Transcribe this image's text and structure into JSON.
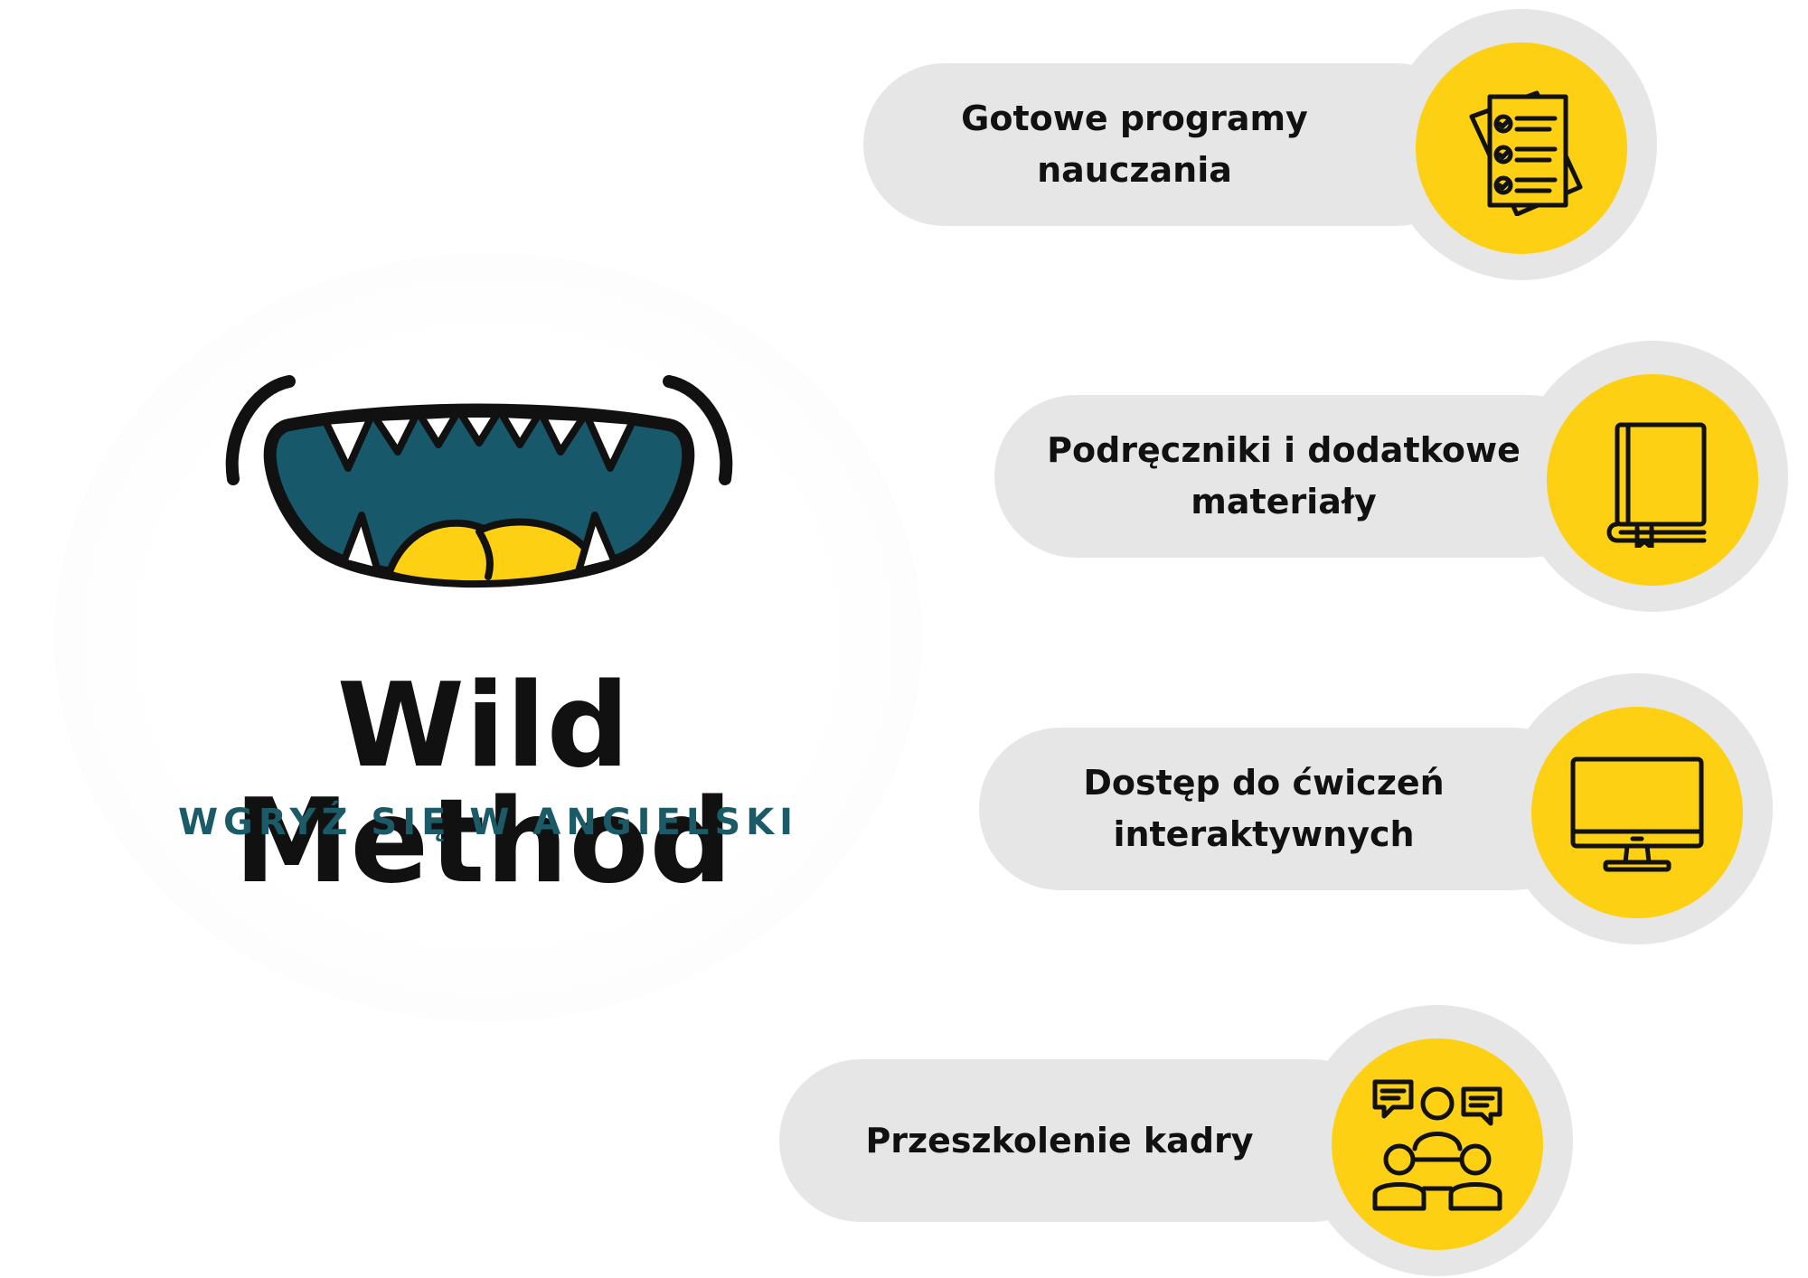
{
  "brand": {
    "name": "Wild Method",
    "tagline": "WGRYŹ SIĘ W ANGIELSKI"
  },
  "features": [
    {
      "label": "Gotowe programy nauczania",
      "icon": "checklist-document-icon"
    },
    {
      "label": "Podręczniki i dodatkowe materiały",
      "icon": "book-icon"
    },
    {
      "label": "Dostęp do ćwiczeń interaktywnych",
      "icon": "monitor-icon"
    },
    {
      "label": "Przeszkolenie kadry",
      "icon": "team-discussion-icon"
    }
  ],
  "colors": {
    "accent_yellow": "#fdd014",
    "pill_gray": "#e6e6e6",
    "mouth_teal": "#17586a",
    "tagline_teal": "#1b5b68",
    "text_dark": "#111111"
  }
}
